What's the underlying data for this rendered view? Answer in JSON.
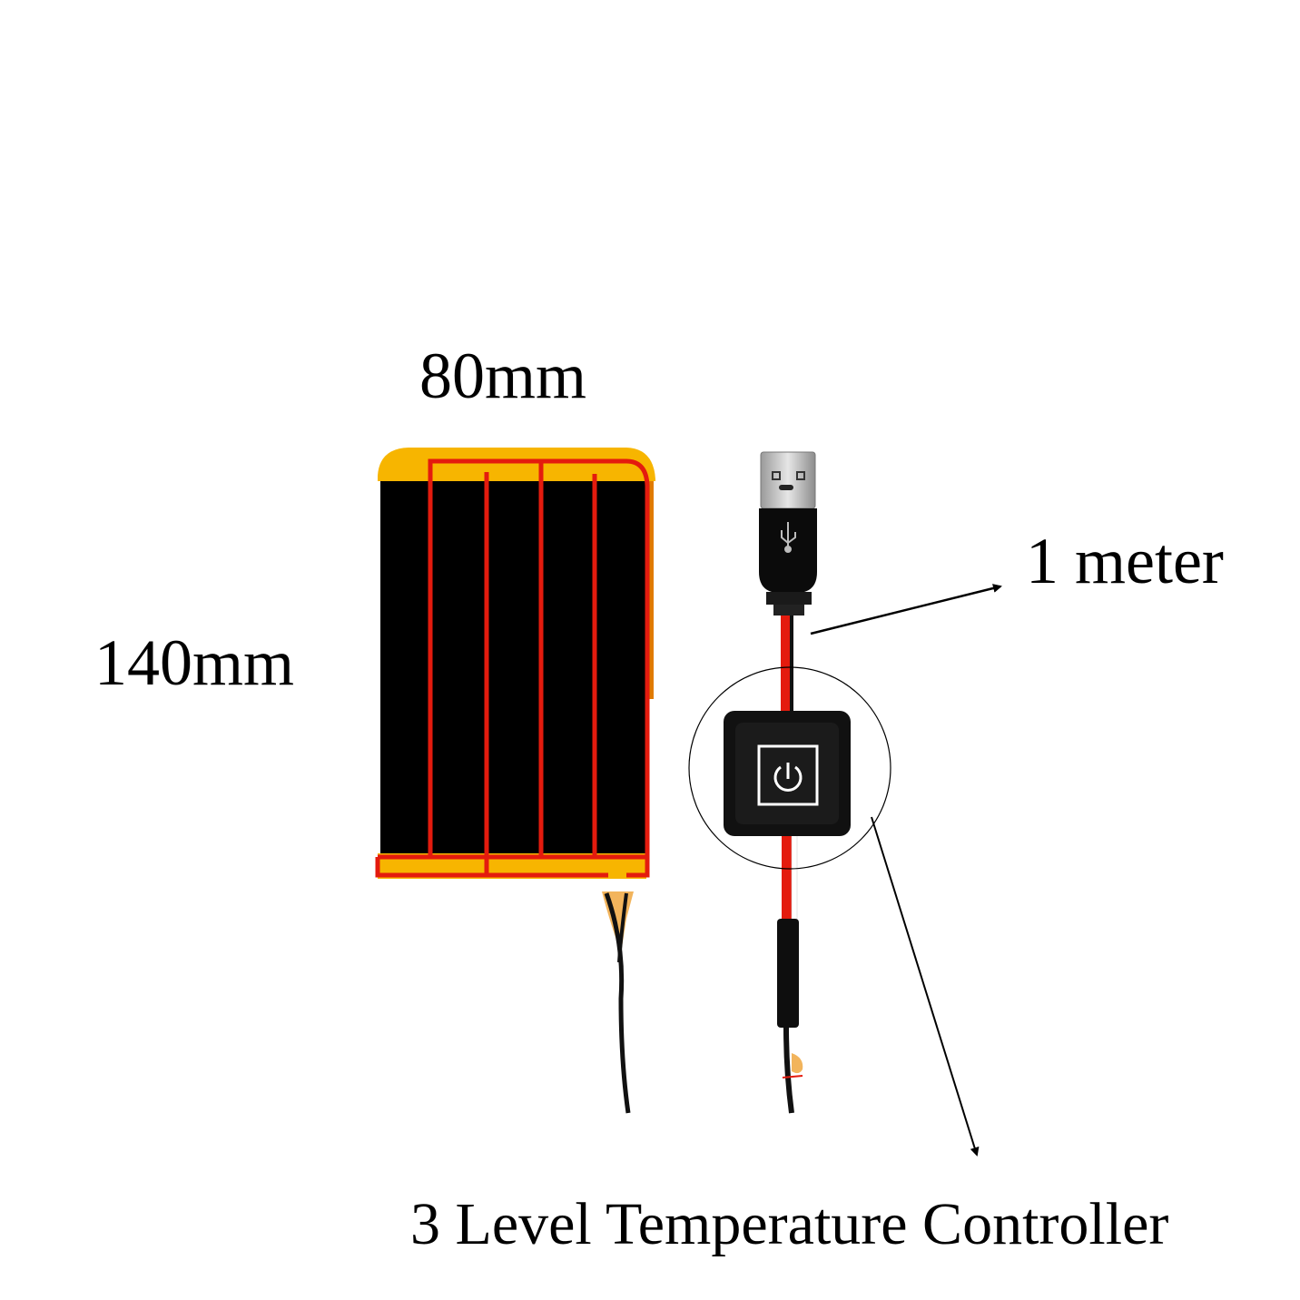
{
  "labels": {
    "width": "80mm",
    "height": "140mm",
    "cable_length": "1 meter",
    "controller": "3 Level Temperature Controller"
  },
  "colors": {
    "heating_film": "#000000",
    "busbar": "#f7b500",
    "wire": "#e41b0e",
    "controller_body": "#111111",
    "usb_shell": "#bfbfbf"
  },
  "icons": {
    "power": "power-icon",
    "usb": "usb-symbol-icon"
  }
}
